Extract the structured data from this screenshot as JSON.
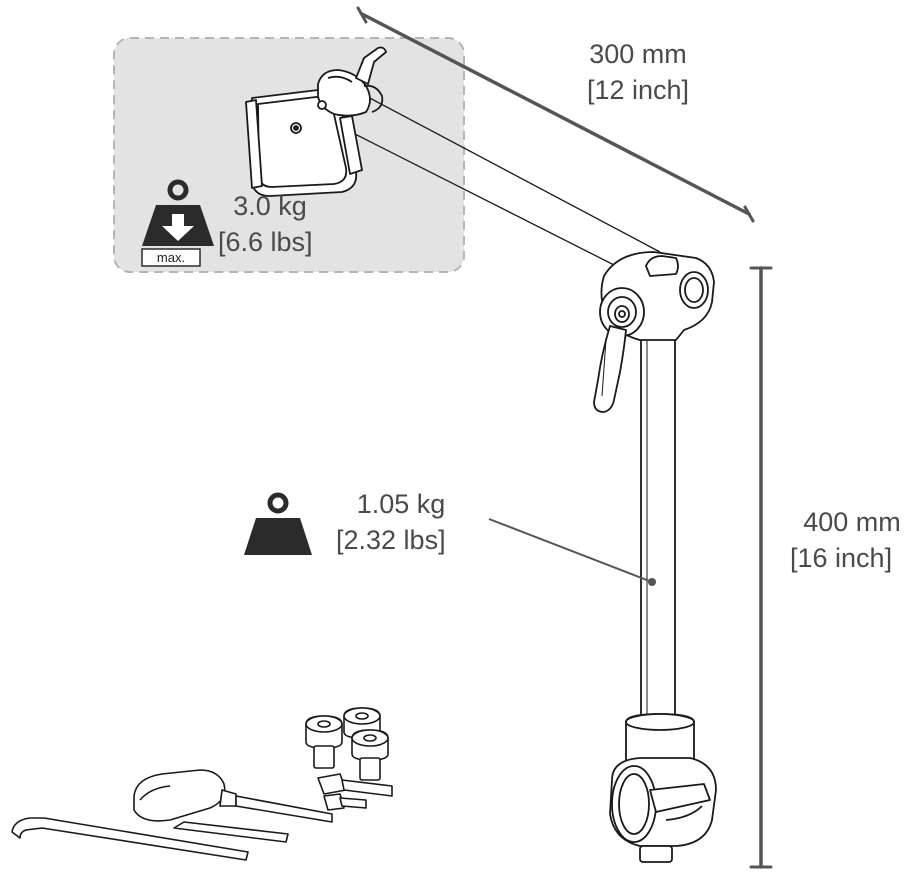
{
  "arm_length": {
    "metric": "300 mm",
    "imperial": "[12 inch]"
  },
  "pole_height": {
    "metric": "400 mm",
    "imperial": "[16 inch]"
  },
  "max_load": {
    "metric": "3.0 kg",
    "imperial": "[6.6 lbs]",
    "tag": "max."
  },
  "product_weight": {
    "metric": "1.05 kg",
    "imperial": "[2.32 lbs]"
  },
  "colors": {
    "line": "#1a1a1a",
    "dimension": "#555555",
    "panel": "#e2e2e2",
    "panel_border": "#b5b5b5",
    "weight_icon": "#2b2b2b",
    "text": "#4a4a4a"
  },
  "icons": [
    "weight-max-load-icon",
    "weight-icon",
    "arrow-down-icon"
  ]
}
